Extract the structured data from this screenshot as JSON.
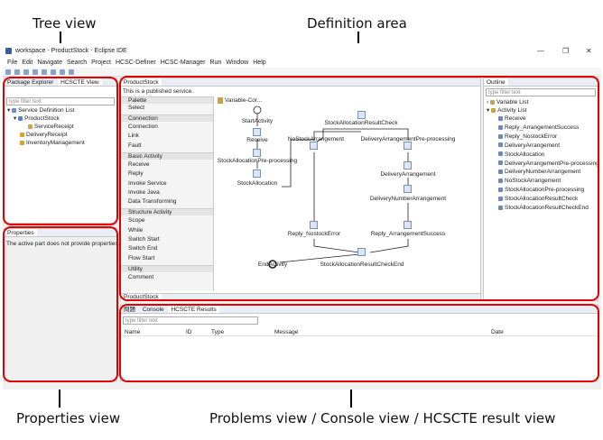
{
  "callouts": {
    "tree": "Tree view",
    "definition": "Definition area",
    "properties": "Properties view",
    "problems": "Problems view / Console view / HCSCTE result view"
  },
  "window": {
    "title": "workspace - ProductStock - Eclipse IDE"
  },
  "menu": [
    "File",
    "Edit",
    "Navigate",
    "Search",
    "Project",
    "HCSC-Definer",
    "HCSC-Manager",
    "Run",
    "Window",
    "Help"
  ],
  "left": {
    "tabs": [
      "Package Explorer",
      "HCSCTE View"
    ],
    "filter_placeholder": "type filter text",
    "tree": [
      "Service Definition List",
      "ProductStock",
      "ServiceReceipt",
      "DeliveryReceipt",
      "InventoryManagement"
    ]
  },
  "properties": {
    "tab": "Properties",
    "message": "The active part does not provide properties."
  },
  "editor": {
    "tab": "ProductStock",
    "info": "This is a published service.",
    "variable": "Variable-Cor...",
    "bottom_tab": "ProductStock"
  },
  "palette": {
    "title": "Palette",
    "select": "Select",
    "groups": [
      {
        "name": "Connection",
        "items": [
          "Connection",
          "Link",
          "Fault"
        ]
      },
      {
        "name": "Basic Activity",
        "items": [
          "Receive",
          "Reply",
          "Invoke Service",
          "Invoke Java",
          "Data Transforming"
        ]
      },
      {
        "name": "Structure Activity",
        "items": [
          "Scope",
          "While",
          "Switch Start",
          "Switch End",
          "Flow Start"
        ]
      },
      {
        "name": "Utility",
        "items": [
          "Comment"
        ]
      }
    ]
  },
  "flow": {
    "nodes": {
      "start": "StartActivity",
      "receive": "Receive",
      "pre": "StockAllocationPre-processing",
      "alloc": "StockAllocation",
      "check": "StockAllocationResultCheck",
      "nostock": "NoStockArrangement",
      "delpre": "DeliveryArrangementPre-processing",
      "deliv": "DeliveryArrangement",
      "delnum": "DeliveryNumberArrangement",
      "replyerr": "Reply_NostockError",
      "replyok": "Reply_ArrangementSuccess",
      "checkend": "StockAllocationResultCheckEnd",
      "end": "EndActivity"
    }
  },
  "outline": {
    "tab": "Outline",
    "filter_placeholder": "type filter text",
    "groups": [
      "Variable List",
      "Activity List"
    ],
    "items": [
      "Receive",
      "Reply_ArrangementSuccess",
      "Reply_NostockError",
      "DeliveryArrangement",
      "StockAllocation",
      "DeliveryArrangementPre-processing",
      "DeliveryNumberArrangement",
      "NoStockArrangement",
      "StockAllocationPre-processing",
      "StockAllocationResultCheck",
      "StockAllocationResultCheckEnd"
    ]
  },
  "bottom": {
    "tabs": [
      "問題",
      "Console",
      "HCSCTE Results"
    ],
    "filter_placeholder": "type filter text",
    "columns": [
      "Name",
      "ID",
      "Type",
      "Message",
      "Date"
    ]
  }
}
